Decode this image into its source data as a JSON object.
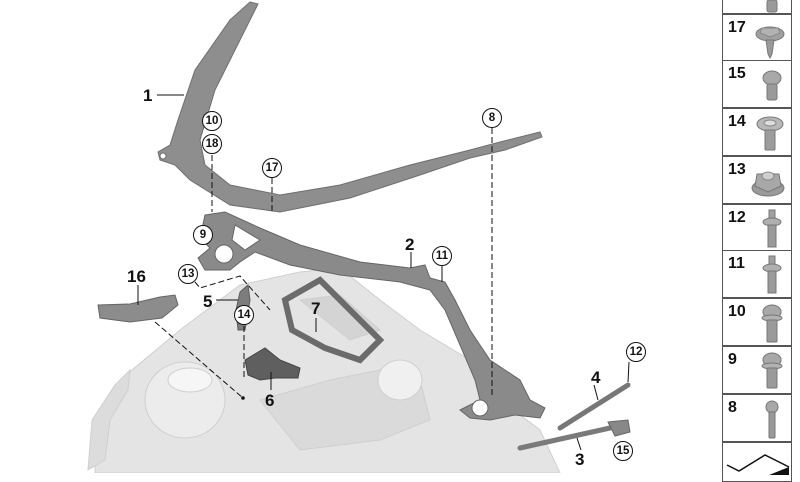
{
  "diagram": {
    "type": "exploded-parts-diagram",
    "subject": "Front strut brace / engine compartment bracing assembly",
    "callouts": {
      "p1": "1",
      "p2": "2",
      "p3": "3",
      "p4": "4",
      "p5": "5",
      "p6": "6",
      "p7": "7",
      "p16": "16"
    },
    "circled_callouts": {
      "c8": "8",
      "c9": "9",
      "c10": "10",
      "c11": "11",
      "c12": "12",
      "c13": "13",
      "c14": "14",
      "c15": "15",
      "c17": "17",
      "c18": "18"
    },
    "colors": {
      "part_gray": "#8c8c8c",
      "part_dark": "#6b6b6b",
      "body_shell": "#e2e2e2",
      "outline": "#111111"
    }
  },
  "parts_panel": {
    "items": [
      {
        "number": "",
        "icon": "bolt-partial-icon"
      },
      {
        "number": "17",
        "icon": "hex-flange-screw-icon"
      },
      {
        "number": "15",
        "icon": "torx-bolt-icon"
      },
      {
        "number": "14",
        "icon": "washer-head-torx-screw-icon"
      },
      {
        "number": "13",
        "icon": "hex-flange-nut-icon"
      },
      {
        "number": "12",
        "icon": "stud-bolt-icon"
      },
      {
        "number": "11",
        "icon": "stud-bolt-icon"
      },
      {
        "number": "10",
        "icon": "torx-flange-bolt-icon"
      },
      {
        "number": "9",
        "icon": "torx-flange-bolt-icon"
      },
      {
        "number": "8",
        "icon": "long-bolt-icon"
      },
      {
        "number": "",
        "icon": "next-page-arrow-icon"
      }
    ]
  }
}
